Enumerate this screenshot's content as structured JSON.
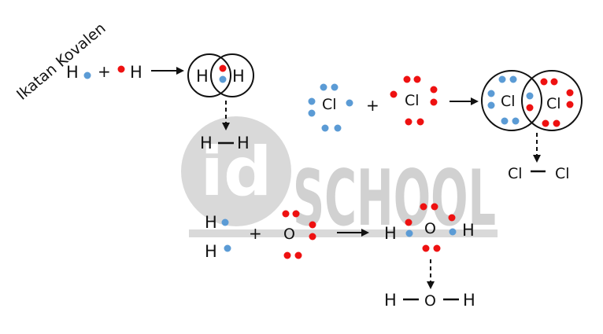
{
  "title": "Ikatan Kovalen",
  "watermark": {
    "text": "SCHOOL",
    "badge": "id"
  },
  "colors": {
    "blue": "#5B9BD5",
    "red": "#EE1111",
    "ink": "#111111",
    "watermark": "#CFCFCF"
  },
  "symbols": {
    "plus": "+",
    "H": "H",
    "O": "O",
    "Cl": "Cl"
  },
  "hydrogen": {
    "left_atom": "H",
    "right_atom": "H",
    "merged_left": "H",
    "merged_right": "H",
    "structural_left": "H",
    "structural_right": "H"
  },
  "chlorine": {
    "left_atom": "Cl",
    "right_atom": "Cl",
    "merged_left": "Cl",
    "merged_right": "Cl",
    "structural_left": "Cl",
    "structural_right": "Cl"
  },
  "water": {
    "h_top": "H",
    "h_bottom": "H",
    "oxygen": "O",
    "product_left": "H",
    "product_center": "O",
    "product_right": "H",
    "structural_left": "H",
    "structural_center": "O",
    "structural_right": "H"
  }
}
